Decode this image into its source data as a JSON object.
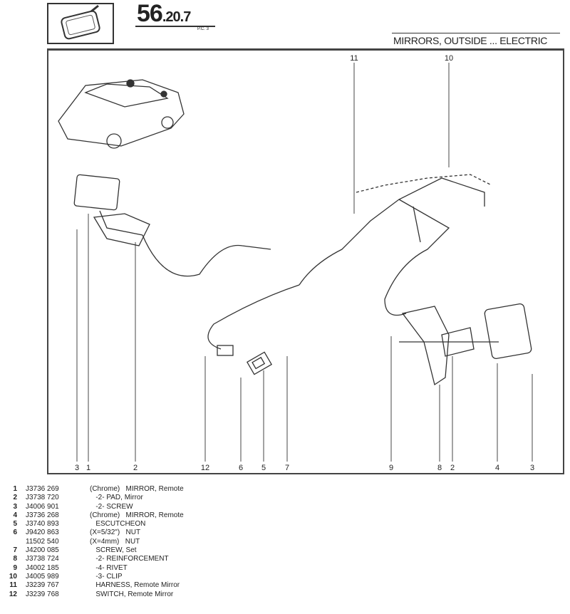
{
  "header": {
    "section_main": "56",
    "section_sub": ".20.7",
    "page_code": "P.C. 3",
    "title": "MIRRORS, OUTSIDE ... ELECTRIC",
    "icon": "mirror-icon"
  },
  "diagram": {
    "callouts_bottom": [
      "3",
      "1",
      "2",
      "12",
      "6",
      "5",
      "7",
      "9",
      "8",
      "2",
      "4",
      "3"
    ],
    "callouts_top": [
      "11",
      "10"
    ]
  },
  "parts": [
    {
      "ref": "1",
      "part_no": "J3736 269",
      "desc": "(Chrome)   MIRROR, Remote"
    },
    {
      "ref": "2",
      "part_no": "J3738 720",
      "desc": "   -2- PAD, Mirror"
    },
    {
      "ref": "3",
      "part_no": "J4006 901",
      "desc": "   -2- SCREW"
    },
    {
      "ref": "4",
      "part_no": "J3736 268",
      "desc": "(Chrome)   MIRROR, Remote"
    },
    {
      "ref": "5",
      "part_no": "J3740 893",
      "desc": "   ESCUTCHEON"
    },
    {
      "ref": "6",
      "part_no": "J9420 863",
      "desc": "(X=5/32\")   NUT"
    },
    {
      "ref": "",
      "part_no": "11502 540",
      "desc": "(X=4mm)   NUT"
    },
    {
      "ref": "7",
      "part_no": "J4200 085",
      "desc": "   SCREW, Set"
    },
    {
      "ref": "8",
      "part_no": "J3738 724",
      "desc": "   -2- REINFORCEMENT"
    },
    {
      "ref": "9",
      "part_no": "J4002 185",
      "desc": "   -4- RIVET"
    },
    {
      "ref": "10",
      "part_no": "J4005 989",
      "desc": "   -3- CLIP"
    },
    {
      "ref": "11",
      "part_no": "J3239 767",
      "desc": "   HARNESS, Remote Mirror"
    },
    {
      "ref": "12",
      "part_no": "J3239 768",
      "desc": "   SWITCH, Remote Mirror"
    }
  ]
}
